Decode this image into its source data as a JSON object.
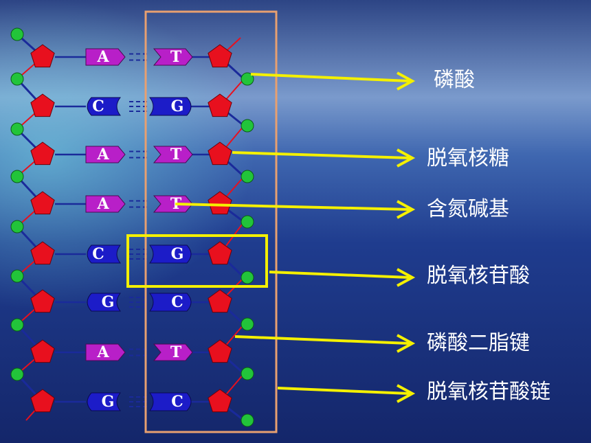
{
  "colors": {
    "sky_top": "#2a3f7a",
    "sea_bottom": "#182c6e",
    "backbone": "#1a2a9a",
    "phosphate": "#22c43a",
    "sugar": "#e8101e",
    "purple_base": "#b81fc8",
    "blue_base": "#1c1cc8",
    "highlight_box": "#f4f000",
    "strand_box": "#e8a070",
    "arrow": "#f4f000",
    "text": "#ffffff"
  },
  "pairs": [
    {
      "left": "A",
      "right": "T",
      "left_shape": "purple",
      "right_shape": "purple",
      "bonds": 2
    },
    {
      "left": "C",
      "right": "G",
      "left_shape": "blue",
      "right_shape": "blue",
      "bonds": 3
    },
    {
      "left": "A",
      "right": "T",
      "left_shape": "purple",
      "right_shape": "purple",
      "bonds": 2
    },
    {
      "left": "A",
      "right": "T",
      "left_shape": "purple",
      "right_shape": "purple",
      "bonds": 2
    },
    {
      "left": "C",
      "right": "G",
      "left_shape": "blue",
      "right_shape": "blue",
      "bonds": 3
    },
    {
      "left": "G",
      "right": "C",
      "left_shape": "blue",
      "right_shape": "blue",
      "bonds": 3
    },
    {
      "left": "A",
      "right": "T",
      "left_shape": "purple",
      "right_shape": "purple",
      "bonds": 2
    },
    {
      "left": "G",
      "right": "C",
      "left_shape": "blue",
      "right_shape": "blue",
      "bonds": 3
    }
  ],
  "labels": {
    "phosphate": "磷酸",
    "deoxyribose": "脱氧核糖",
    "base": "含氮碱基",
    "nucleotide": "脱氧核苷酸",
    "phosphodiester": "磷酸二脂键",
    "chain": "脱氧核苷酸链"
  }
}
